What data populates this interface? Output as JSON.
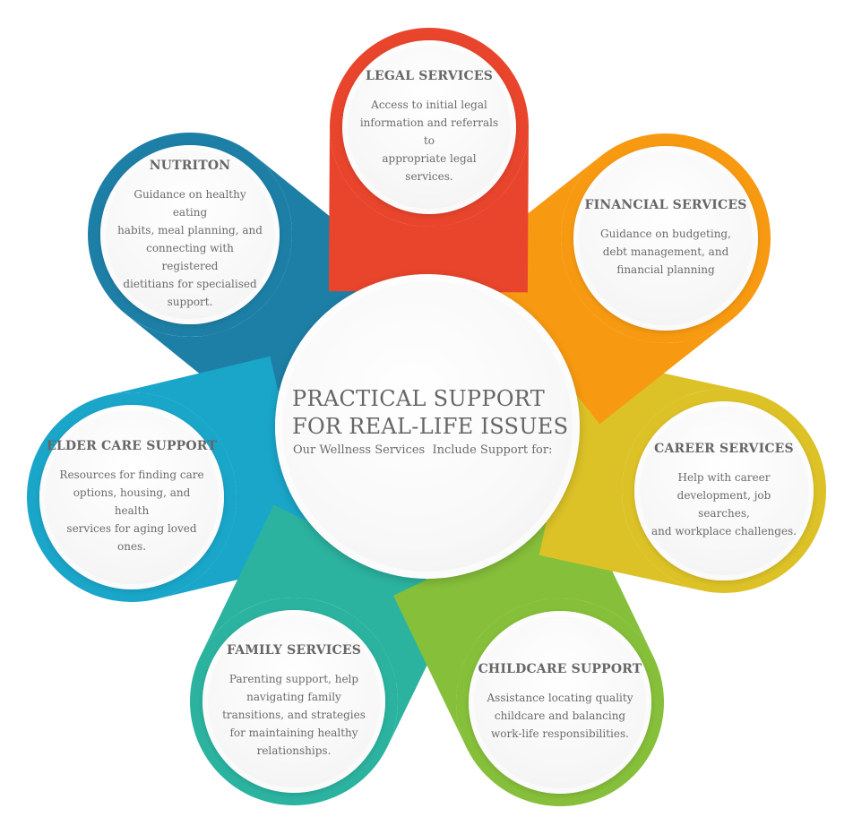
{
  "center": {
    "title_line1": "PRACTICAL SUPPORT",
    "title_line2": "FOR REAL-LIFE ISSUES",
    "subtitle": "Our Wellness Services  Include Support for:"
  },
  "colors": {
    "legal": "#e8452c",
    "financial": "#f79a12",
    "career": "#dcc227",
    "childcare": "#86bf3a",
    "family": "#2cb3a0",
    "elder": "#1aa6c9",
    "nutrition": "#1e7fa6"
  },
  "services": {
    "legal": {
      "title": "LEGAL SERVICES",
      "desc": [
        "Access to initial legal",
        "information and referrals to",
        "appropriate legal services."
      ]
    },
    "financial": {
      "title": "FINANCIAL SERVICES",
      "desc": [
        "Guidance on budgeting,",
        "debt management, and",
        "financial planning"
      ]
    },
    "career": {
      "title": "CAREER SERVICES",
      "desc": [
        "Help with career",
        "development, job searches,",
        "and workplace challenges."
      ]
    },
    "childcare": {
      "title": "CHILDCARE SUPPORT",
      "desc": [
        "Assistance locating quality",
        "childcare and balancing",
        "work-life responsibilities."
      ]
    },
    "family": {
      "title": "FAMILY SERVICES",
      "desc": [
        "Parenting support, help",
        "navigating family",
        "transitions, and strategies",
        "for maintaining healthy",
        "relationships."
      ]
    },
    "elder": {
      "title": "ELDER CARE SUPPORT",
      "desc": [
        "Resources for finding care",
        "options, housing, and health",
        "services for aging loved",
        "ones."
      ]
    },
    "nutrition": {
      "title": "NUTRITON",
      "desc": [
        "Guidance on healthy eating",
        "habits, meal planning, and",
        "connecting with registered",
        "dietitians for specialised",
        "support."
      ]
    }
  }
}
